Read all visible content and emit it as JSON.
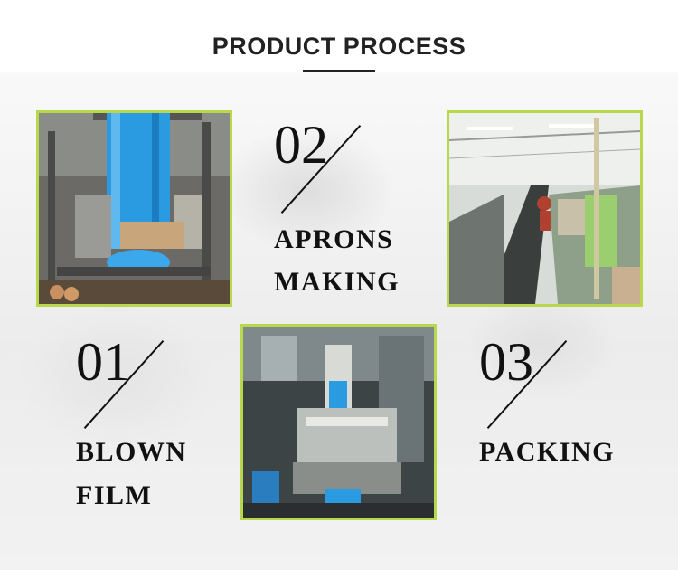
{
  "title": "PRODUCT PROCESS",
  "steps": [
    {
      "number": "01",
      "line1": "BLOWN",
      "line2": "FILM"
    },
    {
      "number": "02",
      "line1": "APRONS",
      "line2": "MAKING"
    },
    {
      "number": "03",
      "line1": "PACKING"
    }
  ],
  "colors": {
    "frame": "#b6d84a",
    "text": "#111111",
    "film_blue": "#2a9be0"
  },
  "photos": [
    {
      "name": "blown-film-machine-photo"
    },
    {
      "name": "packing-line-photo"
    },
    {
      "name": "apron-making-machine-photo"
    }
  ]
}
